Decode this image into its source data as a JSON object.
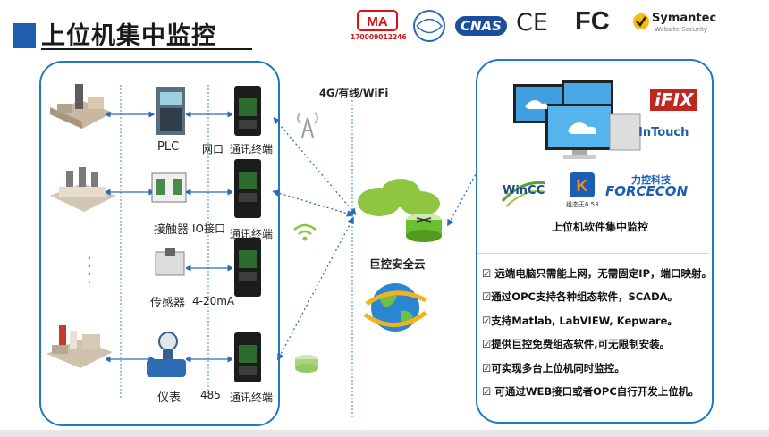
{
  "header": {
    "title": "上位机集中监控"
  },
  "certs": {
    "cma_code": "170009012246",
    "cnas": "CNAS",
    "ce": "CE",
    "fc": "FC",
    "symantec": "Symantec",
    "symantec_sub": "Website Security"
  },
  "network": {
    "label": "4G/有线/WiFi"
  },
  "cloud": {
    "label": "巨控安全云"
  },
  "devices": [
    {
      "name": "PLC",
      "port": "网口",
      "terminal": "通讯终端"
    },
    {
      "name": "接触器",
      "port": "IO接口",
      "terminal": "通讯终端"
    },
    {
      "name": "传感器",
      "port": "4-20mA",
      "terminal": ""
    },
    {
      "name": "仪表",
      "port": "485",
      "terminal": "通讯终端"
    }
  ],
  "software": {
    "ifix": "iFIX",
    "intouch": "InTouch",
    "wincc": "WinCC",
    "kingview_ver": "组态王6.53",
    "forcecon_cn": "力控科技",
    "forcecon": "FORCECON",
    "caption": "上位机软件集中监控"
  },
  "features": [
    "☑ 远端电脑只需能上网，无需固定IP，端口映射。",
    "☑通过OPC支持各种组态软件，SCADA。",
    "☑支持Matlab, LabVIEW, Kepware。",
    "☑提供巨控免费组态软件,可无限制安装。",
    "☑可实现多台上位机同时监控。",
    "☑ 可通过WEB接口或者OPC自行开发上位机。"
  ],
  "colors": {
    "accent": "#1f78c8",
    "title_block": "#1e5fb0",
    "cloud": "#8ec63f",
    "router": "#6abf2e"
  }
}
